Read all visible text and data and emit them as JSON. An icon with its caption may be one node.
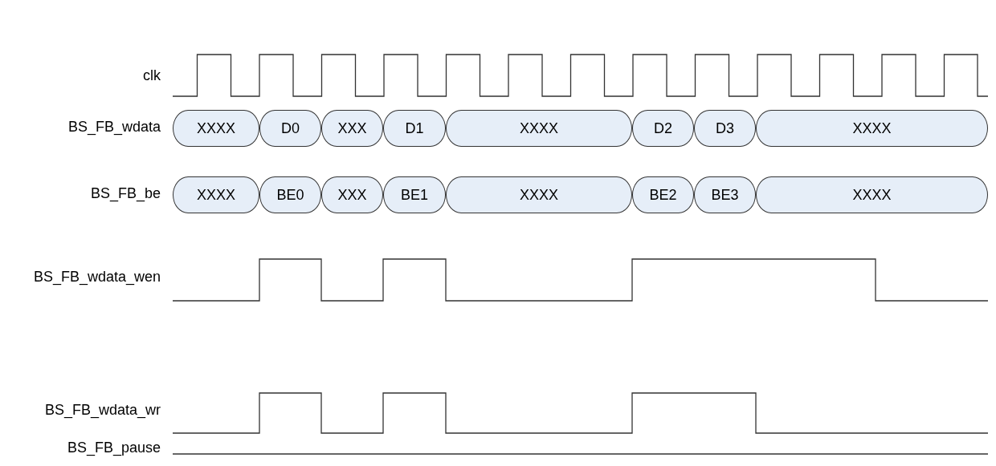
{
  "diagram": {
    "nodes": [
      {
        "text": [
          "XXXX"
        ]
      },
      {
        "text": [
          "D0"
        ]
      },
      {
        "text": [
          "XXX"
        ]
      },
      {
        "text": [
          "D1"
        ]
      },
      {
        "text": [
          "XXXX"
        ]
      },
      {
        "text": [
          "D2"
        ]
      },
      {
        "text": [
          "D3"
        ]
      },
      {
        "text": [
          "XXXX"
        ]
      },
      {
        "text": [
          "XXXX"
        ]
      },
      {
        "text": [
          "BE0"
        ]
      },
      {
        "text": [
          "XXX"
        ]
      },
      {
        "text": [
          "BE1"
        ]
      },
      {
        "text": [
          "XXXX"
        ]
      },
      {
        "text": [
          "BE2"
        ]
      },
      {
        "text": [
          "BE3"
        ]
      },
      {
        "text": [
          "XXXX"
        ]
      }
    ],
    "edges": [],
    "labels": [
      "clk",
      "BS_FB_wdata",
      "BS_FB_be",
      "BS_FB_wdata_wen",
      "BS_FB_wdata_wr",
      "BS_FB_pause"
    ]
  }
}
